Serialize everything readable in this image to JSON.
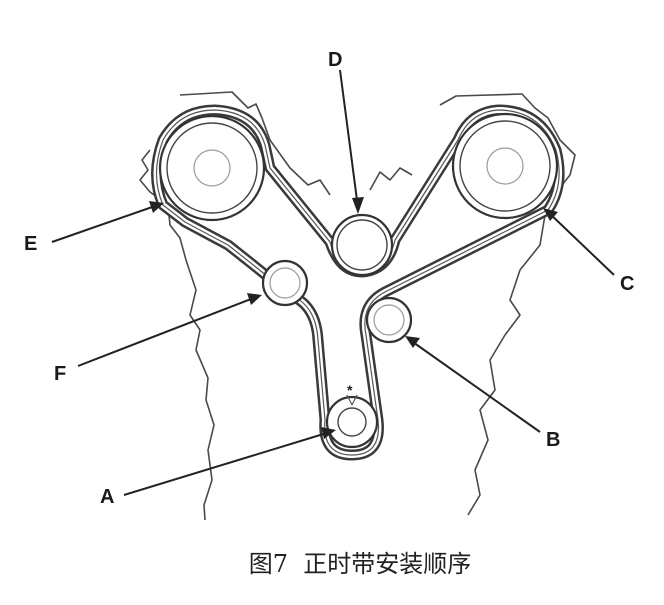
{
  "labels": {
    "a": "A",
    "b": "B",
    "c": "C",
    "d": "D",
    "e": "E",
    "f": "F",
    "crank_mark": "*"
  },
  "caption": "图7  正时带安装顺序"
}
